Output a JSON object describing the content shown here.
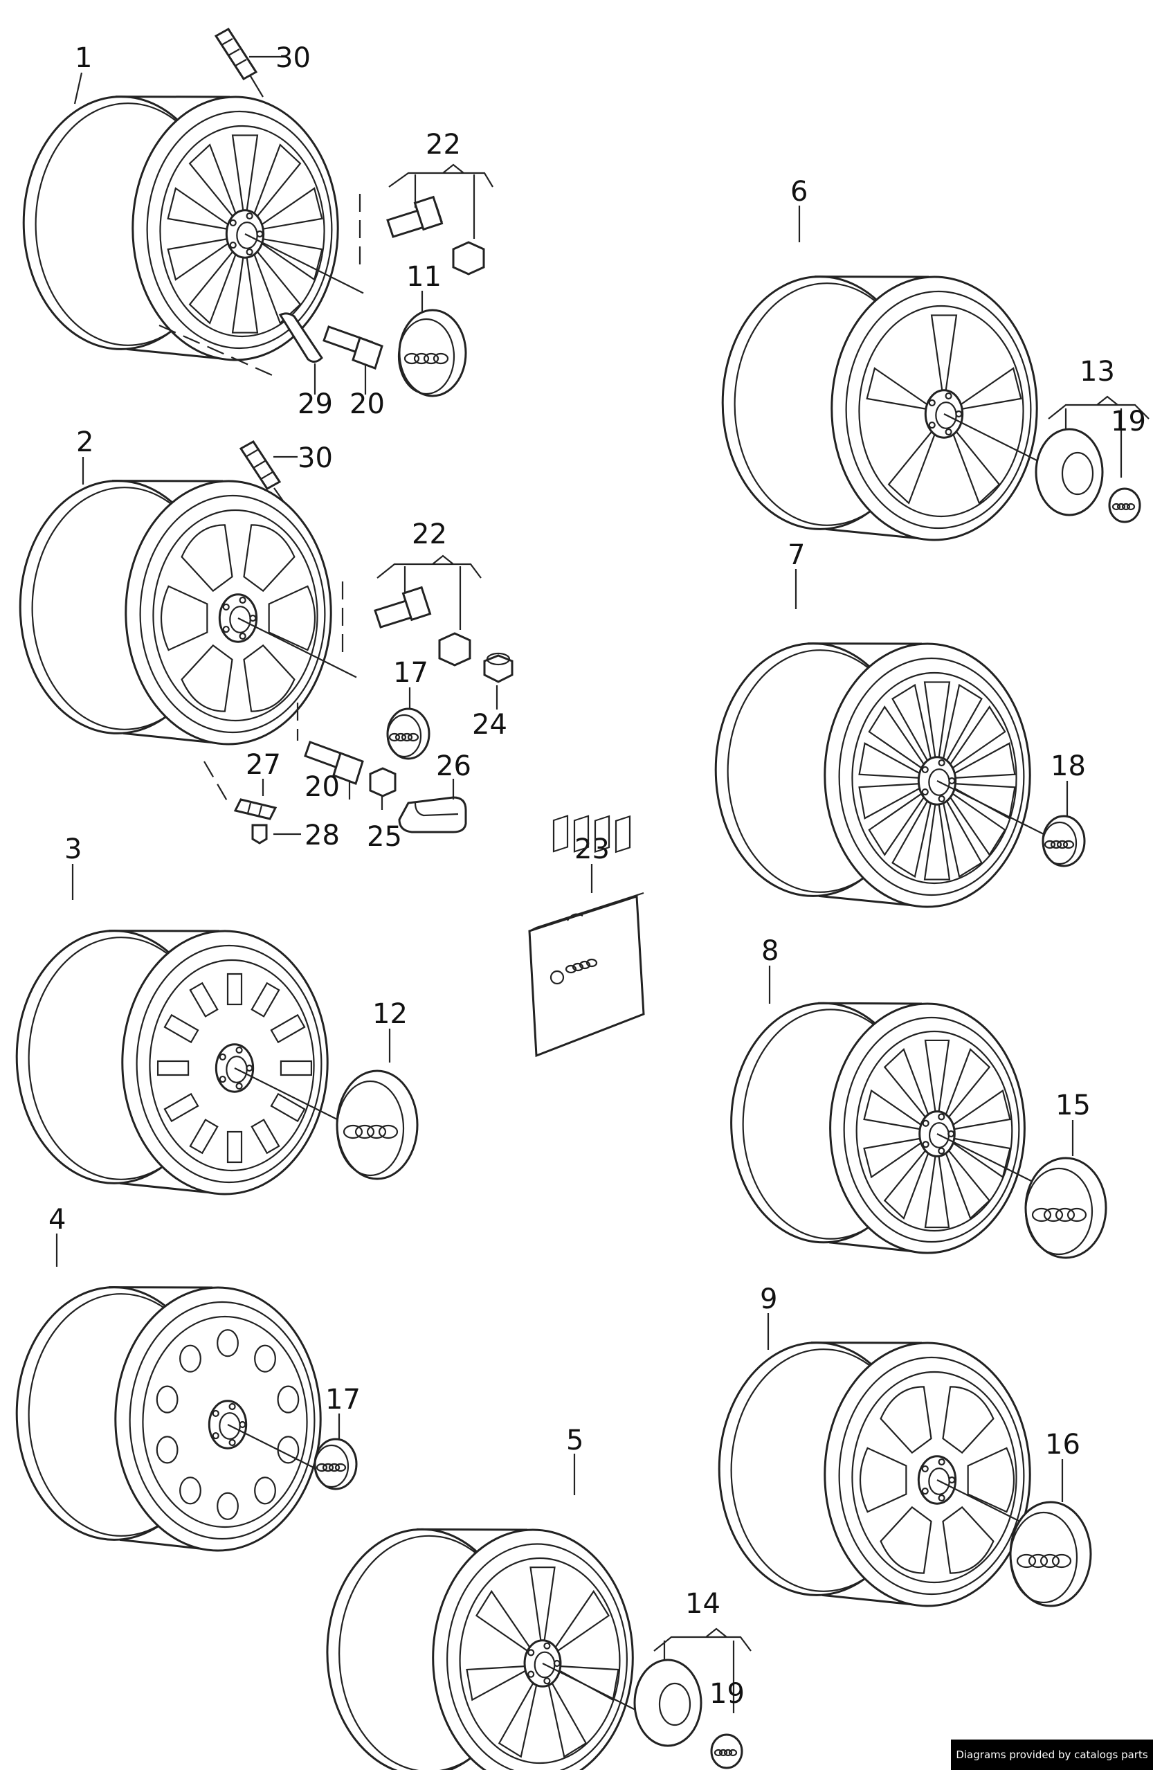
{
  "wheels": [
    {
      "label": "1",
      "spokes": 10,
      "style": "spoke"
    },
    {
      "label": "2",
      "spokes": 6,
      "style": "window"
    },
    {
      "label": "3",
      "spokes": 12,
      "style": "slot"
    },
    {
      "label": "4",
      "spokes": 10,
      "style": "hole"
    },
    {
      "label": "5",
      "spokes": 7,
      "style": "spoke"
    },
    {
      "label": "6",
      "spokes": 5,
      "style": "spoke"
    },
    {
      "label": "7",
      "spokes": 14,
      "style": "spoke"
    },
    {
      "label": "8",
      "spokes": 10,
      "style": "spoke"
    },
    {
      "label": "9",
      "spokes": 6,
      "style": "window"
    }
  ],
  "callouts": {
    "c30a": "30",
    "c22a": "22",
    "c11": "11",
    "c29": "29",
    "c20a": "20",
    "c30b": "30",
    "c22b": "22",
    "c17a": "17",
    "c24": "24",
    "c20b": "20",
    "c27": "27",
    "c26": "26",
    "c25": "25",
    "c28": "28",
    "c12": "12",
    "c23": "23",
    "c17b": "17",
    "c13": "13",
    "c19a": "19",
    "c18": "18",
    "c15": "15",
    "c16": "16",
    "c14": "14",
    "c19b": "19"
  },
  "credit": "Diagrams provided by catalogs parts",
  "colors": {
    "line": "#222222",
    "background": "#ffffff",
    "credit_bg": "#000000",
    "credit_text": "#ffffff"
  }
}
